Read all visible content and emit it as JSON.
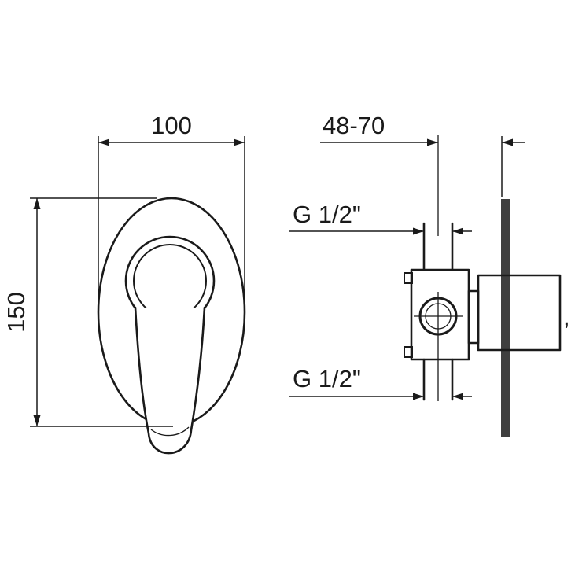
{
  "front_view": {
    "width_label": "100",
    "height_label": "150"
  },
  "side_view": {
    "depth_label": "48-70",
    "top_connection_label": "G 1/2\"",
    "bottom_connection_label": "G 1/2\"",
    "handle_tip_mark": ","
  },
  "colors": {
    "line": "#1a1a1a",
    "wall": "#3f3f3f",
    "cover": "#e2e2e2",
    "background": "#ffffff"
  }
}
